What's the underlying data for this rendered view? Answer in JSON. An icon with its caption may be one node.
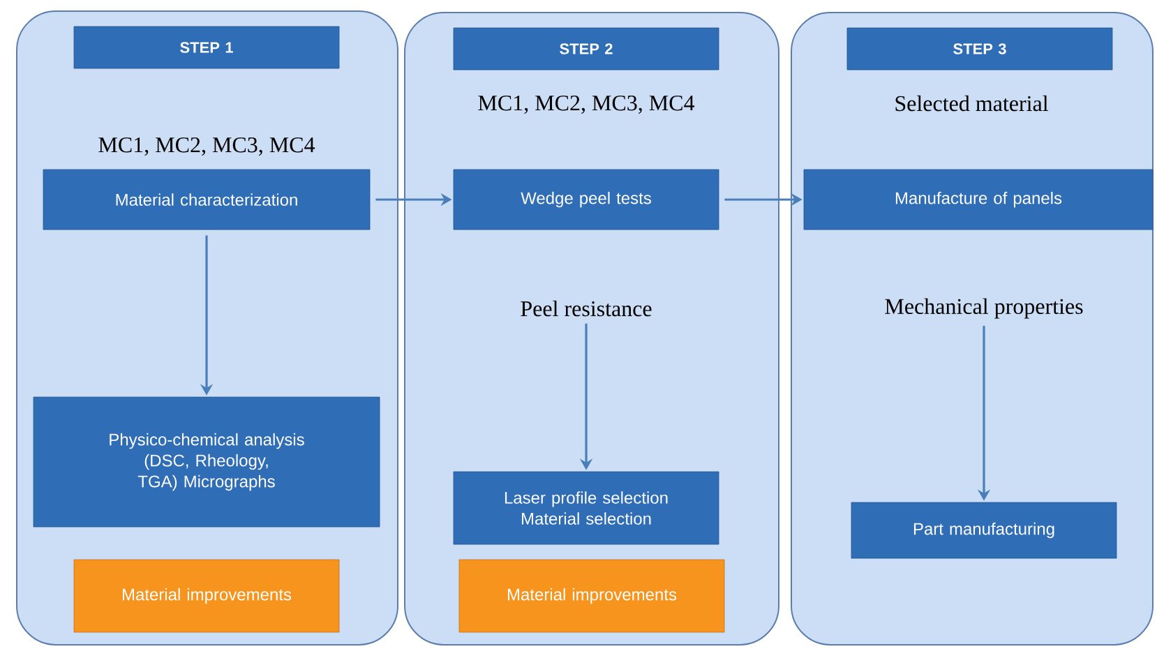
{
  "diagram": {
    "nodes": [
      {
        "text": [],
        "shape": "box"
      },
      {
        "text": [
          "STEP 1"
        ],
        "in": 0
      },
      {
        "text": [
          "Material characterization"
        ],
        "in": 0
      },
      {
        "text": [
          "Physico-chemical analysis (DSC, Rheology, TGA) Micrographs"
        ],
        "in": 0
      },
      {
        "text": [
          "Material improvements"
        ],
        "in": 0
      },
      {
        "text": [],
        "shape": "box"
      },
      {
        "text": [
          "STEP 2"
        ],
        "in": 5
      },
      {
        "text": [
          "Wedge peel tests"
        ],
        "in": 5
      },
      {
        "text": [
          "Peel resistance"
        ],
        "in": 5
      },
      {
        "text": [
          "Laser profile selection Material selection"
        ],
        "in": 5
      },
      {
        "text": [
          "Material improvements"
        ],
        "in": 5
      },
      {
        "text": [],
        "shape": "box"
      },
      {
        "text": [
          "STEP 3"
        ],
        "in": 11
      },
      {
        "text": [
          "Manufacture of panels"
        ],
        "in": 11
      },
      {
        "text": [
          "Mechanical properties"
        ],
        "in": 11
      },
      {
        "text": [
          "Part manufacturing"
        ],
        "in": 11
      }
    ],
    "edges": [
      {
        "from": 2,
        "to": 7,
        "arrow": "to"
      },
      {
        "from": 7,
        "to": 13,
        "arrow": "to"
      },
      {
        "from": 2,
        "to": 3,
        "arrow": "to"
      },
      {
        "from": 8,
        "to": 9,
        "arrow": "to"
      },
      {
        "from": 14,
        "to": 15,
        "arrow": "to"
      }
    ],
    "labels": [
      "MC1, MC2, MC3, MC4",
      "MC1, MC2, MC3, MC4",
      "Selected material"
    ]
  }
}
